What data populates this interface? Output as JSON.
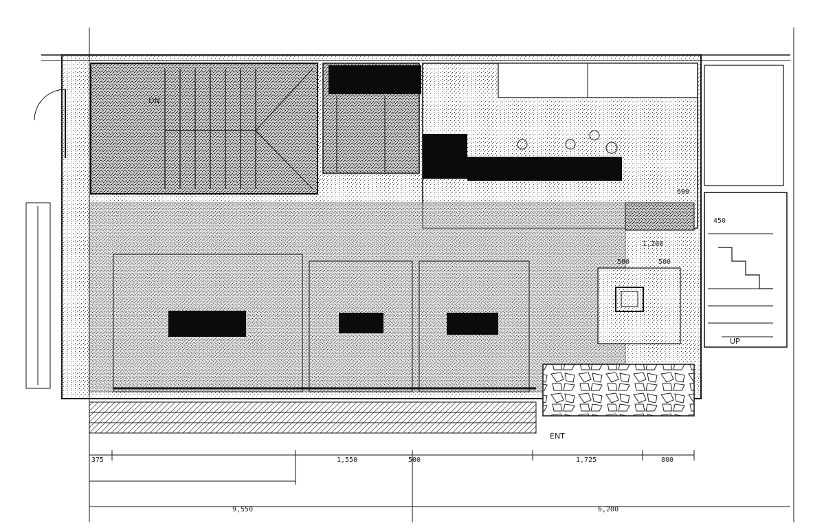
{
  "drawing": {
    "title": "Floor plan (scanned drawing)",
    "labels": {
      "stair_dn": "DN",
      "stair_up": "UP",
      "entrance": "ENT"
    },
    "dimensions": {
      "bottom_row_1": [
        "375",
        "1,550",
        "500",
        "1,725",
        "800"
      ],
      "bottom_row_3": [
        "9,550",
        "6,200"
      ],
      "right_annotations": [
        "600",
        "1,200",
        "500",
        "500",
        "450"
      ]
    },
    "colors": {
      "ink": "#1a1a1a",
      "paper": "#ffffff",
      "fill_dark": "#0b0b0b"
    }
  }
}
